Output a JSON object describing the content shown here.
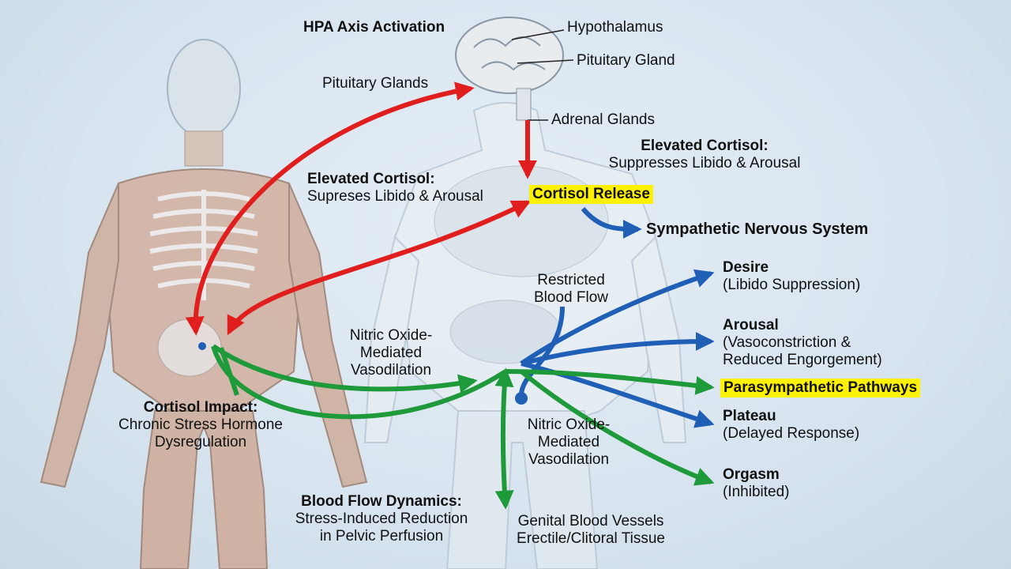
{
  "labels": {
    "hpa": "HPA Axis Activation",
    "hypothalamus": "Hypothalamus",
    "pituitary_gland": "Pituitary Gland",
    "pituitary_glands": "Pituitary Glands",
    "adrenal": "Adrenal Glands",
    "cortisol_right_title": "Elevated Cortisol:",
    "cortisol_right_sub": "Suppresses Libido & Arousal",
    "cortisol_left_title": "Elevated Cortisol:",
    "cortisol_left_sub": "Supreses Libido & Arousal",
    "cortisol_release": "Cortisol Release",
    "sympathetic": "Sympathetic Nervous System",
    "restricted_1": "Restricted",
    "restricted_2": "Blood Flow",
    "no_left_1": "Nitric Oxide-",
    "no_left_2": "Mediated",
    "no_left_3": "Vasodilation",
    "no_right_1": "Nitric Oxide-",
    "no_right_2": "Mediated",
    "no_right_3": "Vasodilation",
    "desire_title": "Desire",
    "desire_sub": "(Libido Suppression)",
    "arousal_title": "Arousal",
    "arousal_sub1": "(Vasoconstriction &",
    "arousal_sub2": "Reduced Engorgement)",
    "parasympathetic": "Parasympathetic Pathways",
    "plateau_title": "Plateau",
    "plateau_sub": "(Delayed Response)",
    "orgasm_title": "Orgasm",
    "orgasm_sub": "(Inhibited)",
    "impact_title": "Cortisol Impact:",
    "impact_sub1": "Chronic Stress Hormone",
    "impact_sub2": "Dysregulation",
    "flow_title": "Blood Flow Dynamics:",
    "flow_sub1": "Stress-Induced Reduction",
    "flow_sub2": "in Pelvic Perfusion",
    "genital_1": "Genital Blood Vessels",
    "genital_2": "Erectile/Clitoral Tissue"
  },
  "colors": {
    "red_arrow": "#e01e1e",
    "blue_arrow": "#1f5fb5",
    "green_arrow": "#1f9a3a",
    "highlight": "#fff200"
  }
}
